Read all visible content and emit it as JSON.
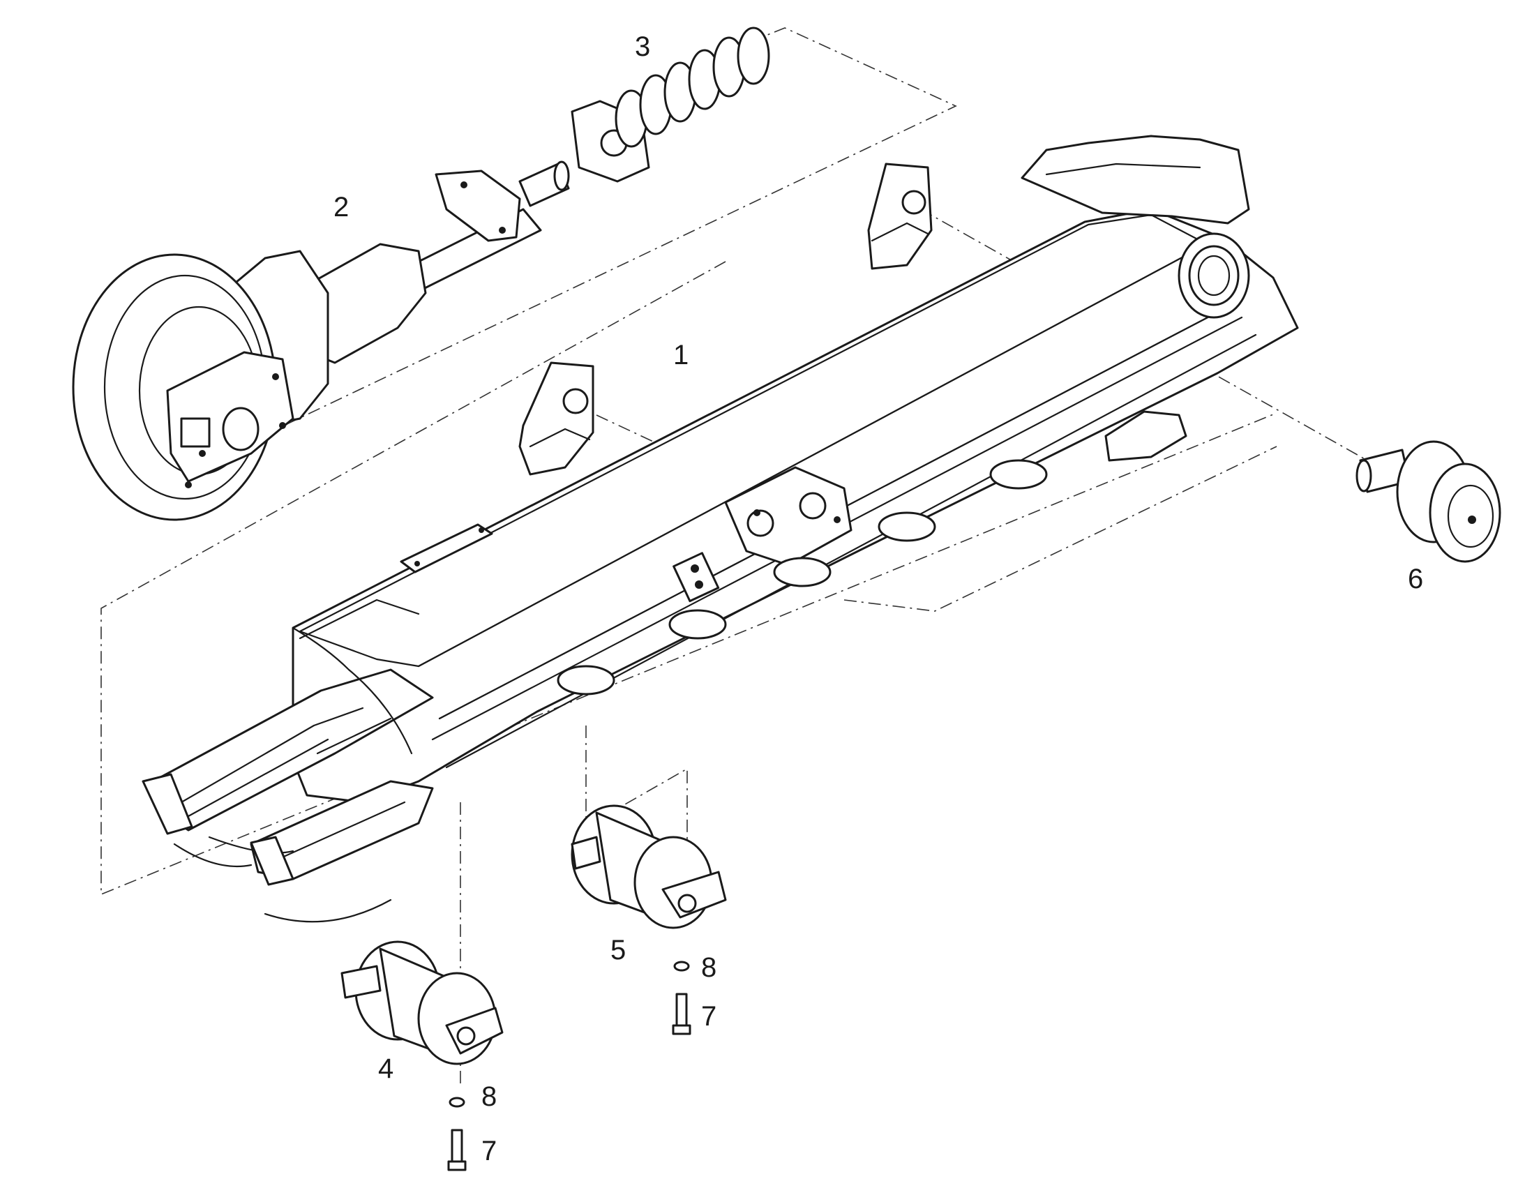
{
  "diagram": {
    "callouts": [
      {
        "id": "1",
        "label": "1"
      },
      {
        "id": "2",
        "label": "2"
      },
      {
        "id": "3",
        "label": "3"
      },
      {
        "id": "4",
        "label": "4"
      },
      {
        "id": "5",
        "label": "5"
      },
      {
        "id": "6",
        "label": "6"
      },
      {
        "id": "7a",
        "label": "7"
      },
      {
        "id": "7b",
        "label": "7"
      },
      {
        "id": "8a",
        "label": "8"
      },
      {
        "id": "8b",
        "label": "8"
      }
    ],
    "colors": {
      "line": "#1a1a1a",
      "background": "#ffffff"
    }
  }
}
